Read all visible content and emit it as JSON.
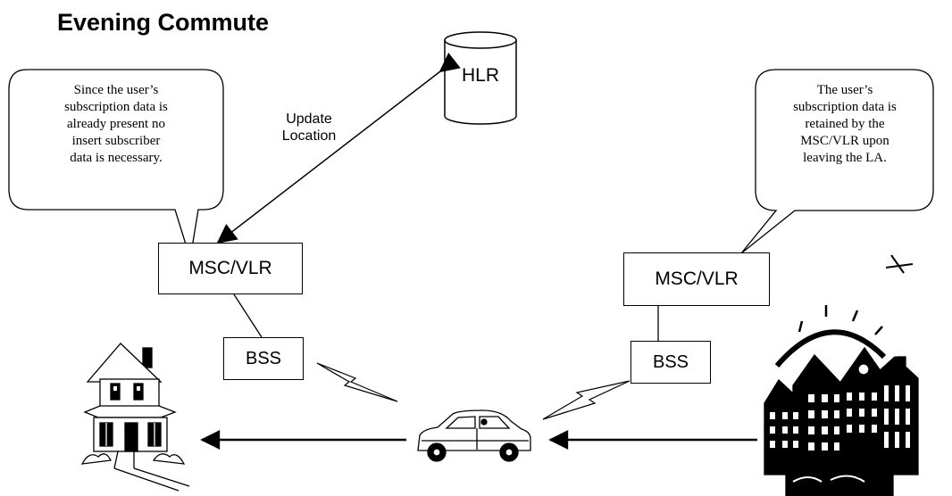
{
  "title": "Evening Commute",
  "nodes": {
    "hlr": "HLR",
    "msc_left": "MSC/VLR",
    "bss_left": "BSS",
    "msc_right": "MSC/VLR",
    "bss_right": "BSS"
  },
  "edges": {
    "update_location": [
      "Update",
      "Location"
    ]
  },
  "callouts": {
    "left": [
      "Since the user’s",
      "subscription data is",
      "already present no",
      "insert subscriber",
      "data is necessary."
    ],
    "right": [
      "The user’s",
      "subscription data is",
      "retained by the",
      "MSC/VLR upon",
      "leaving the LA."
    ]
  },
  "icons": [
    "house-icon",
    "car-icon",
    "city-skyline-icon"
  ],
  "colors": {
    "stroke": "#000000",
    "fill": "#ffffff"
  }
}
